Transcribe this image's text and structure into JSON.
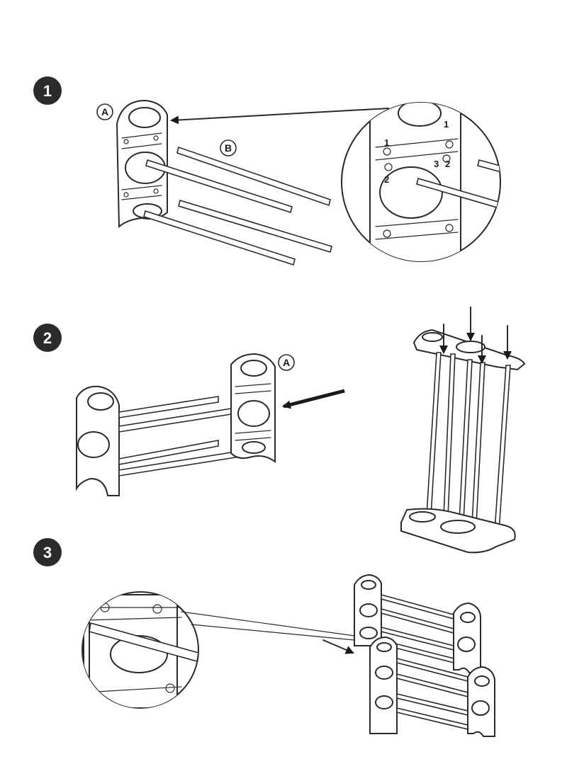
{
  "steps": [
    {
      "number": "1"
    },
    {
      "number": "2"
    },
    {
      "number": "3"
    }
  ],
  "labels": {
    "part_a_step1": "A",
    "part_b_step1": "B",
    "part_a_step2": "A"
  },
  "detail_numbers": {
    "n1_top_right": "1",
    "n1_left": "1",
    "n2_right": "2",
    "n3_right": "3",
    "n2_left": "2"
  }
}
